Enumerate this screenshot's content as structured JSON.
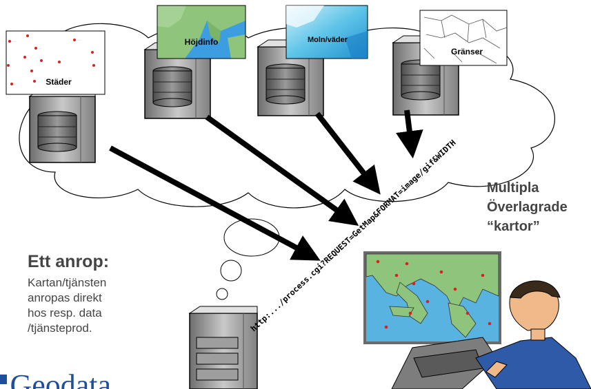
{
  "maps": {
    "stader": "Städer",
    "hojdinfo": "Höjdinfo",
    "moln": "Moln/väder",
    "granser": "Gränser"
  },
  "url_text": "http:.../process.cgi?REQUEST=GetMap&FORMAT=image/gif&WIDTH",
  "right_note": {
    "line1": "Multipla",
    "line2": "Överlagrade",
    "line3": "“kartor”"
  },
  "left_note": {
    "title": "Ett anrop:",
    "line1": "Kartan/tjänsten",
    "line2": "anropas direkt",
    "line3": "hos resp. data",
    "line4": "/tjänsteprod."
  },
  "logo_text": "Geodata",
  "colors": {
    "arrow": "#000000",
    "sea": "#59b3e0",
    "land": "#8fc47c",
    "server": "#b8b8b8",
    "text_gray": "#444444"
  }
}
